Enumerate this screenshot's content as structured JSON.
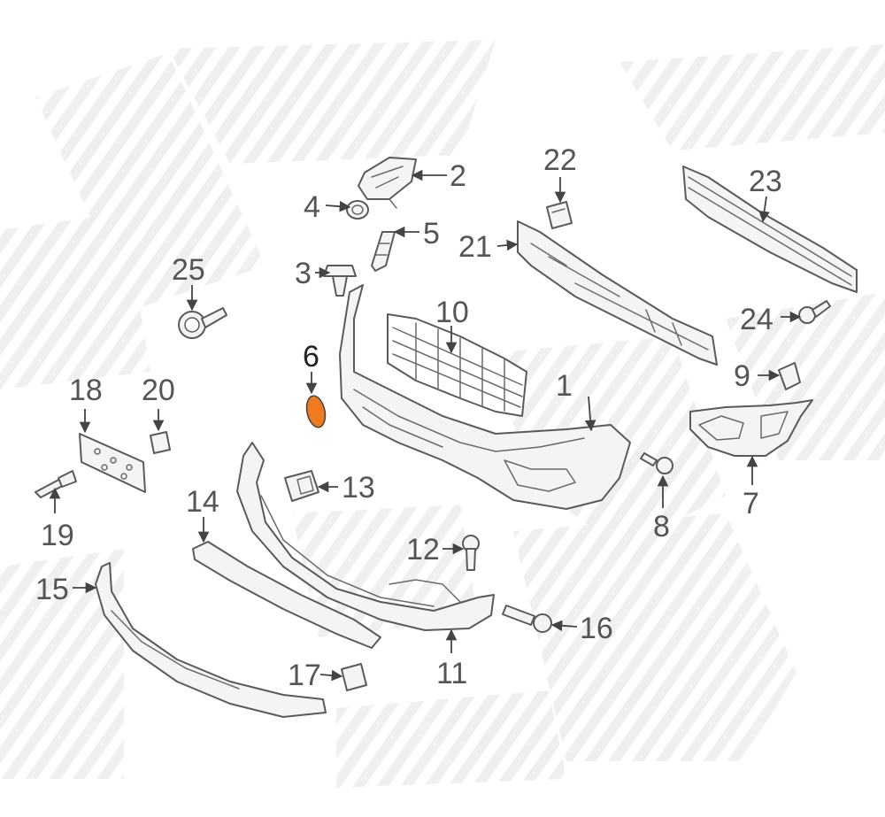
{
  "diagram": {
    "highlight_color": "#f07a1e",
    "highlighted_part": "6",
    "callouts": [
      {
        "id": "1",
        "text": "1"
      },
      {
        "id": "2",
        "text": "2"
      },
      {
        "id": "3",
        "text": "3"
      },
      {
        "id": "4",
        "text": "4"
      },
      {
        "id": "5",
        "text": "5"
      },
      {
        "id": "6",
        "text": "6"
      },
      {
        "id": "7",
        "text": "7"
      },
      {
        "id": "8",
        "text": "8"
      },
      {
        "id": "9",
        "text": "9"
      },
      {
        "id": "10",
        "text": "10"
      },
      {
        "id": "11",
        "text": "11"
      },
      {
        "id": "12",
        "text": "12"
      },
      {
        "id": "13",
        "text": "13"
      },
      {
        "id": "14",
        "text": "14"
      },
      {
        "id": "15",
        "text": "15"
      },
      {
        "id": "16",
        "text": "16"
      },
      {
        "id": "17",
        "text": "17"
      },
      {
        "id": "18",
        "text": "18"
      },
      {
        "id": "19",
        "text": "19"
      },
      {
        "id": "20",
        "text": "20"
      },
      {
        "id": "21",
        "text": "21"
      },
      {
        "id": "22",
        "text": "22"
      },
      {
        "id": "23",
        "text": "23"
      },
      {
        "id": "24",
        "text": "24"
      },
      {
        "id": "25",
        "text": "25"
      }
    ]
  }
}
